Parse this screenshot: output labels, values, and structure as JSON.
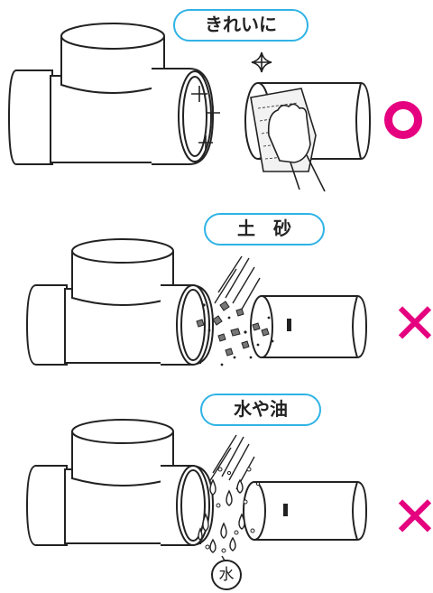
{
  "panels": [
    {
      "label": "きれいに",
      "result": "○",
      "result_kind": "ok"
    },
    {
      "label": "土　砂",
      "result": "✕",
      "result_kind": "ng"
    },
    {
      "label": "水や油",
      "result": "✕",
      "result_kind": "ng",
      "note": "水"
    }
  ],
  "colors": {
    "bubble_border": "#2fb3e6",
    "ok": "#e5007f",
    "ng": "#e5007f",
    "line": "#222222"
  }
}
